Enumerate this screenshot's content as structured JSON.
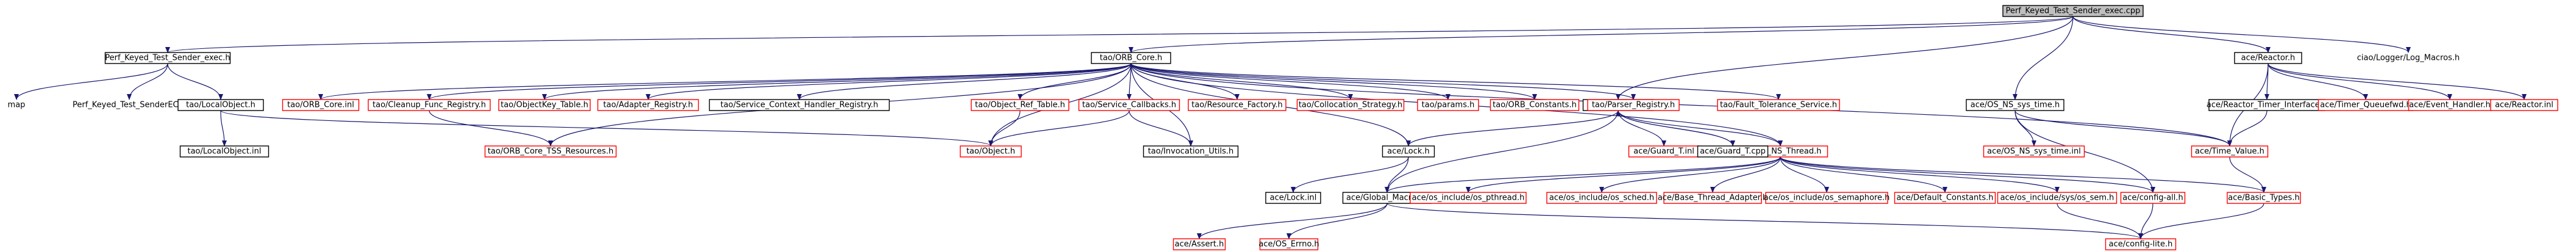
{
  "diagram": {
    "colors": {
      "edge": "#191970",
      "red_border": "#ff0000",
      "black_border": "#000000",
      "root_fill": "#bfbfbf"
    },
    "nodes": [
      {
        "id": "root",
        "label": "Perf_Keyed_Test_Sender_exec.cpp",
        "style": "root"
      },
      {
        "id": "sender_exec_h",
        "label": "Perf_Keyed_Test_Sender_exec.h",
        "style": "black"
      },
      {
        "id": "orb_core_h",
        "label": "tao/ORB_Core.h",
        "style": "black"
      },
      {
        "id": "guard_t_h",
        "label": "ace/Guard_T.h",
        "style": "black"
      },
      {
        "id": "os_ns_sys_time_h",
        "label": "ace/OS_NS_sys_time.h",
        "style": "black"
      },
      {
        "id": "reactor_h",
        "label": "ace/Reactor.h",
        "style": "black"
      },
      {
        "id": "log_macros",
        "label": "ciao/Logger/Log_Macros.h",
        "style": "plain"
      },
      {
        "id": "map",
        "label": "map",
        "style": "plain"
      },
      {
        "id": "sender_ec_h",
        "label": "Perf_Keyed_Test_SenderEC.h",
        "style": "plain"
      },
      {
        "id": "local_object_h",
        "label": "tao/LocalObject.h",
        "style": "black"
      },
      {
        "id": "local_object_inl",
        "label": "tao/LocalObject.inl",
        "style": "black"
      },
      {
        "id": "orb_core_inl",
        "label": "tao/ORB_Core.inl",
        "style": "red"
      },
      {
        "id": "cleanup_func",
        "label": "tao/Cleanup_Func_Registry.h",
        "style": "red"
      },
      {
        "id": "objectkey_table",
        "label": "tao/ObjectKey_Table.h",
        "style": "red"
      },
      {
        "id": "adapter_registry",
        "label": "tao/Adapter_Registry.h",
        "style": "red"
      },
      {
        "id": "service_context",
        "label": "tao/Service_Context_Handler_Registry.h",
        "style": "black"
      },
      {
        "id": "object_ref_table",
        "label": "tao/Object_Ref_Table.h",
        "style": "red"
      },
      {
        "id": "service_callbacks",
        "label": "tao/Service_Callbacks.h",
        "style": "red"
      },
      {
        "id": "resource_factory",
        "label": "tao/Resource_Factory.h",
        "style": "red"
      },
      {
        "id": "collocation_strategy",
        "label": "tao/Collocation_Strategy.h",
        "style": "red"
      },
      {
        "id": "params_h",
        "label": "tao/params.h",
        "style": "red"
      },
      {
        "id": "orb_constants",
        "label": "tao/ORB_Constants.h",
        "style": "red"
      },
      {
        "id": "parser_registry",
        "label": "tao/Parser_Registry.h",
        "style": "red"
      },
      {
        "id": "fault_tolerance",
        "label": "tao/Fault_Tolerance_Service.h",
        "style": "red"
      },
      {
        "id": "orb_core_tss",
        "label": "tao/ORB_Core_TSS_Resources.h",
        "style": "red"
      },
      {
        "id": "tao_object_h",
        "label": "tao/Object.h",
        "style": "red"
      },
      {
        "id": "invocation_utils",
        "label": "tao/Invocation_Utils.h",
        "style": "black"
      },
      {
        "id": "lock_h",
        "label": "ace/Lock.h",
        "style": "black"
      },
      {
        "id": "lock_inl",
        "label": "ace/Lock.inl",
        "style": "black"
      },
      {
        "id": "global_macros",
        "label": "ace/Global_Macros.h",
        "style": "black"
      },
      {
        "id": "assert_h",
        "label": "ace/Assert.h",
        "style": "red"
      },
      {
        "id": "os_errno",
        "label": "ace/OS_Errno.h",
        "style": "red"
      },
      {
        "id": "os_ns_thread",
        "label": "ace/OS_NS_Thread.h",
        "style": "red"
      },
      {
        "id": "guard_t_inl",
        "label": "ace/Guard_T.inl",
        "style": "red"
      },
      {
        "id": "guard_t_cpp",
        "label": "ace/Guard_T.cpp",
        "style": "black"
      },
      {
        "id": "os_pthread",
        "label": "ace/os_include/os_pthread.h",
        "style": "red"
      },
      {
        "id": "os_sched",
        "label": "ace/os_include/os_sched.h",
        "style": "red"
      },
      {
        "id": "base_thread_adapter",
        "label": "ace/Base_Thread_Adapter.h",
        "style": "red"
      },
      {
        "id": "os_semaphore",
        "label": "ace/os_include/os_semaphore.h",
        "style": "red"
      },
      {
        "id": "default_constants",
        "label": "ace/Default_Constants.h",
        "style": "red"
      },
      {
        "id": "sys_os_sem",
        "label": "ace/os_include/sys/os_sem.h",
        "style": "red"
      },
      {
        "id": "config_all",
        "label": "ace/config-all.h",
        "style": "red"
      },
      {
        "id": "basic_types",
        "label": "ace/Basic_Types.h",
        "style": "red"
      },
      {
        "id": "config_lite",
        "label": "ace/config-lite.h",
        "style": "red"
      },
      {
        "id": "os_ns_sys_time_inl",
        "label": "ace/OS_NS_sys_time.inl",
        "style": "red"
      },
      {
        "id": "time_value",
        "label": "ace/Time_Value.h",
        "style": "red"
      },
      {
        "id": "reactor_timer",
        "label": "ace/Reactor_Timer_Interface.h",
        "style": "black"
      },
      {
        "id": "timer_queuefwd",
        "label": "ace/Timer_Queuefwd.h",
        "style": "red"
      },
      {
        "id": "event_handler",
        "label": "ace/Event_Handler.h",
        "style": "red"
      },
      {
        "id": "reactor_inl",
        "label": "ace/Reactor.inl",
        "style": "red"
      }
    ],
    "edges": [
      [
        "root",
        "sender_exec_h"
      ],
      [
        "root",
        "orb_core_h"
      ],
      [
        "root",
        "guard_t_h"
      ],
      [
        "root",
        "os_ns_sys_time_h"
      ],
      [
        "root",
        "reactor_h"
      ],
      [
        "root",
        "log_macros"
      ],
      [
        "sender_exec_h",
        "map"
      ],
      [
        "sender_exec_h",
        "sender_ec_h"
      ],
      [
        "sender_exec_h",
        "local_object_h"
      ],
      [
        "local_object_h",
        "local_object_inl"
      ],
      [
        "local_object_h",
        "tao_object_h"
      ],
      [
        "orb_core_h",
        "orb_core_inl"
      ],
      [
        "orb_core_h",
        "cleanup_func"
      ],
      [
        "orb_core_h",
        "objectkey_table"
      ],
      [
        "orb_core_h",
        "adapter_registry"
      ],
      [
        "orb_core_h",
        "service_context"
      ],
      [
        "orb_core_h",
        "object_ref_table"
      ],
      [
        "orb_core_h",
        "service_callbacks"
      ],
      [
        "orb_core_h",
        "resource_factory"
      ],
      [
        "orb_core_h",
        "collocation_strategy"
      ],
      [
        "orb_core_h",
        "params_h"
      ],
      [
        "orb_core_h",
        "orb_constants"
      ],
      [
        "orb_core_h",
        "parser_registry"
      ],
      [
        "orb_core_h",
        "fault_tolerance"
      ],
      [
        "orb_core_h",
        "orb_core_tss"
      ],
      [
        "orb_core_h",
        "tao_object_h"
      ],
      [
        "orb_core_h",
        "invocation_utils"
      ],
      [
        "orb_core_h",
        "lock_h"
      ],
      [
        "orb_core_h",
        "os_ns_thread"
      ],
      [
        "orb_core_h",
        "time_value"
      ],
      [
        "cleanup_func",
        "orb_core_tss"
      ],
      [
        "object_ref_table",
        "tao_object_h"
      ],
      [
        "service_callbacks",
        "tao_object_h"
      ],
      [
        "service_callbacks",
        "invocation_utils"
      ],
      [
        "guard_t_h",
        "lock_h"
      ],
      [
        "guard_t_h",
        "global_macros"
      ],
      [
        "guard_t_h",
        "os_ns_thread"
      ],
      [
        "guard_t_h",
        "guard_t_inl"
      ],
      [
        "guard_t_h",
        "guard_t_cpp"
      ],
      [
        "guard_t_cpp",
        "guard_t_h"
      ],
      [
        "lock_h",
        "lock_inl"
      ],
      [
        "lock_h",
        "global_macros"
      ],
      [
        "global_macros",
        "assert_h"
      ],
      [
        "global_macros",
        "os_errno"
      ],
      [
        "global_macros",
        "config_lite"
      ],
      [
        "os_ns_thread",
        "global_macros"
      ],
      [
        "os_ns_thread",
        "os_pthread"
      ],
      [
        "os_ns_thread",
        "os_sched"
      ],
      [
        "os_ns_thread",
        "base_thread_adapter"
      ],
      [
        "os_ns_thread",
        "os_semaphore"
      ],
      [
        "os_ns_thread",
        "default_constants"
      ],
      [
        "os_ns_thread",
        "sys_os_sem"
      ],
      [
        "os_ns_thread",
        "config_all"
      ],
      [
        "os_ns_thread",
        "basic_types"
      ],
      [
        "sys_os_sem",
        "config_lite"
      ],
      [
        "basic_types",
        "config_lite"
      ],
      [
        "config_all",
        "config_lite"
      ],
      [
        "os_ns_sys_time_h",
        "os_ns_sys_time_inl"
      ],
      [
        "os_ns_sys_time_h",
        "time_value"
      ],
      [
        "os_ns_sys_time_h",
        "config_all"
      ],
      [
        "time_value",
        "basic_types"
      ],
      [
        "reactor_h",
        "reactor_timer"
      ],
      [
        "reactor_h",
        "timer_queuefwd"
      ],
      [
        "reactor_h",
        "event_handler"
      ],
      [
        "reactor_h",
        "reactor_inl"
      ],
      [
        "reactor_h",
        "time_value"
      ],
      [
        "reactor_timer",
        "time_value"
      ]
    ]
  }
}
